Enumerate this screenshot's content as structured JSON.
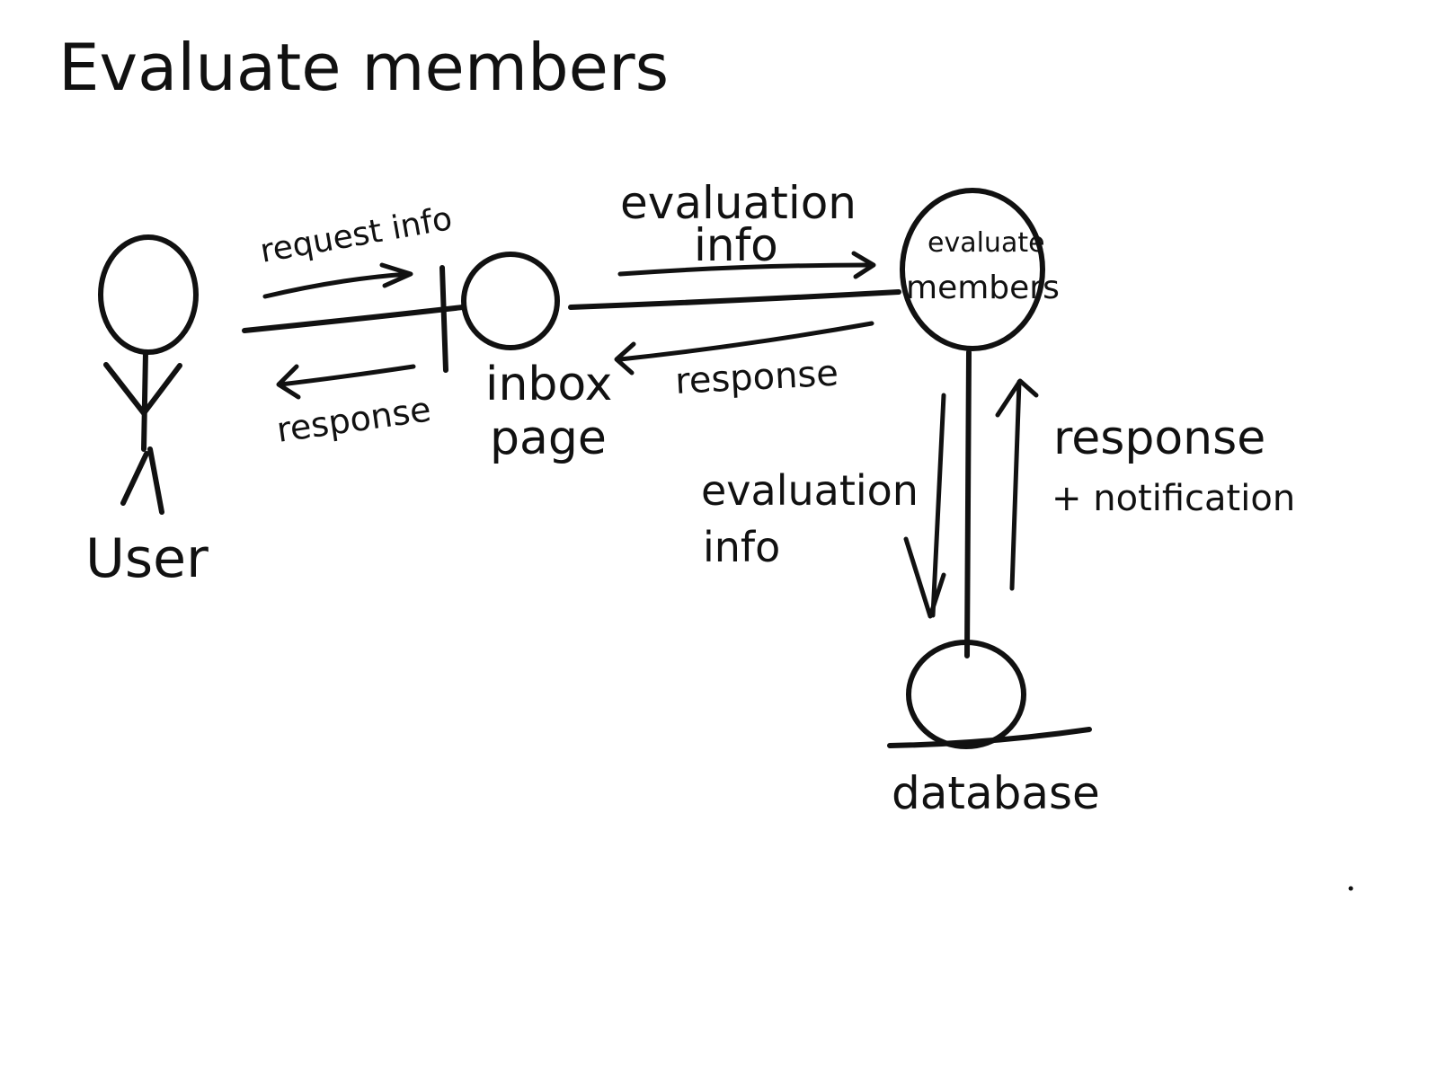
{
  "diagram": {
    "title": "Evaluate members",
    "nodes": {
      "user": {
        "label": "User"
      },
      "inbox_page": {
        "label_line1": "inbox",
        "label_line2": "page"
      },
      "evaluate_members": {
        "label_line1": "evaluate",
        "label_line2": "members"
      },
      "database": {
        "label": "database"
      }
    },
    "edges": {
      "user_to_inbox": {
        "label": "request info"
      },
      "inbox_to_user": {
        "label": "response"
      },
      "inbox_to_evaluate": {
        "label_line1": "evaluation",
        "label_line2": "info"
      },
      "evaluate_to_inbox": {
        "label": "response"
      },
      "evaluate_to_database": {
        "label_line1": "evaluation",
        "label_line2": "info"
      },
      "database_to_evaluate": {
        "label_line1": "response",
        "label_line2": "+ notification"
      }
    }
  }
}
